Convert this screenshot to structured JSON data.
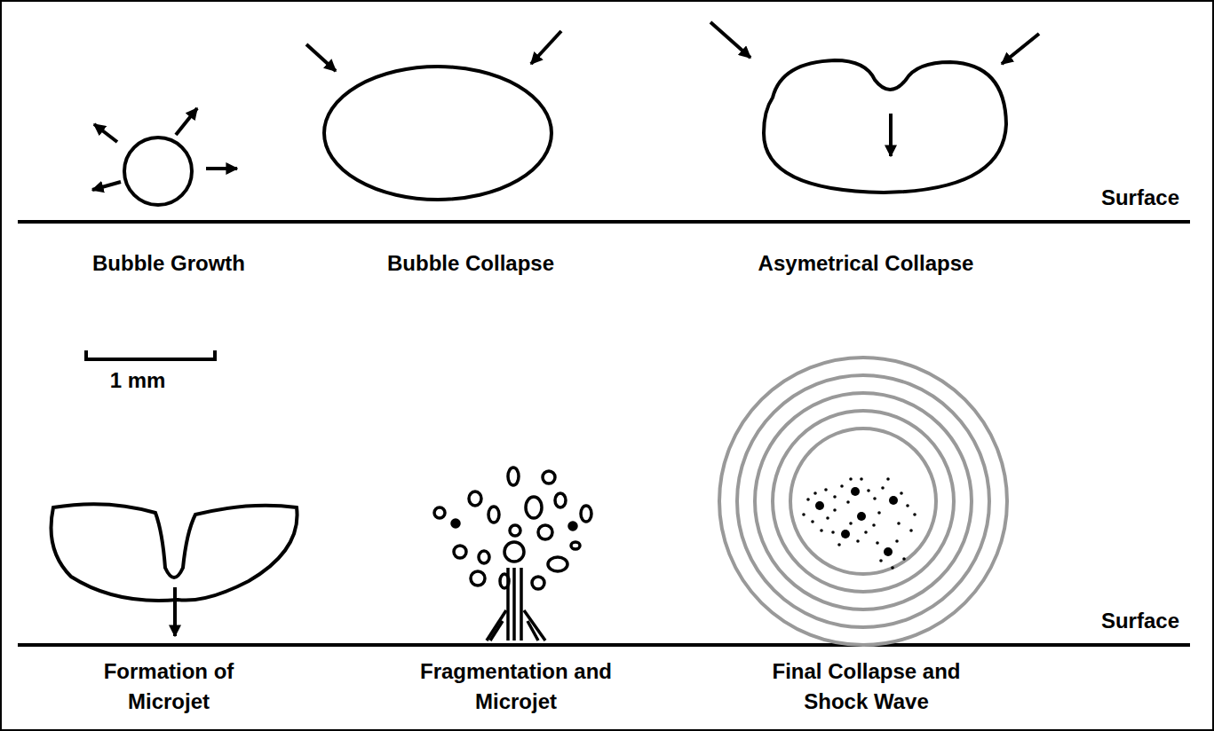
{
  "diagram": {
    "labels": [
      "Surface",
      "Bubble Growth",
      "Bubble Collapse",
      "Asymetrical Collapse",
      "1 mm",
      "Surface",
      "Formation of Microjet",
      "Fragmentation and Microjet",
      "Final Collapse and Shock Wave"
    ]
  }
}
